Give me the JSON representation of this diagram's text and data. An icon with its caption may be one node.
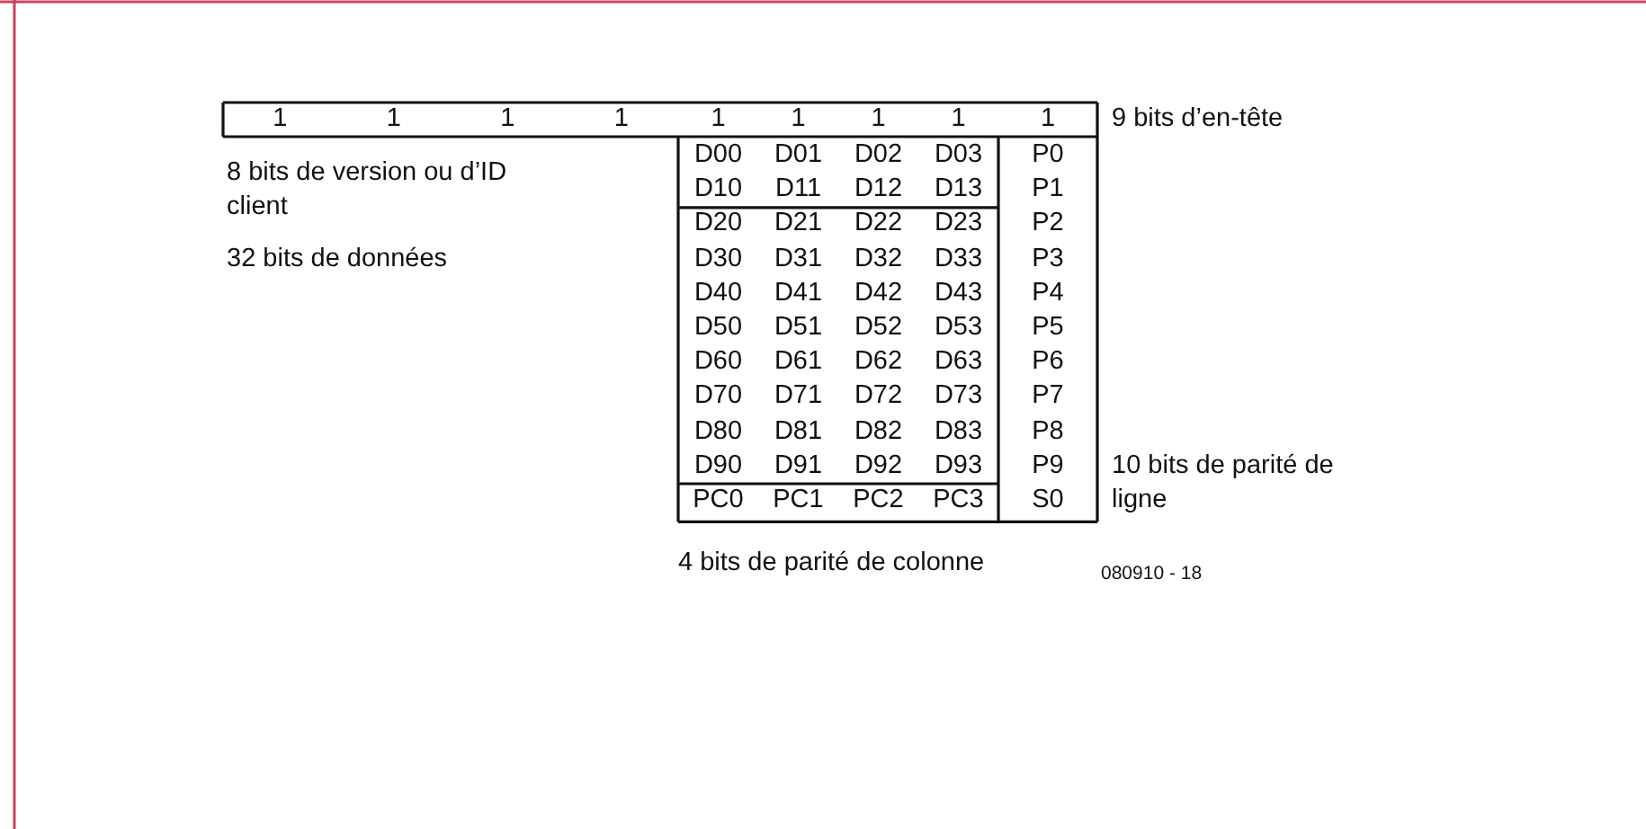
{
  "diagram": {
    "labels": [
      "1",
      "1",
      "1",
      "1",
      "1",
      "1",
      "1",
      "1",
      "1",
      "9 bits d’en-tête",
      "8 bits de version ou d’ID client",
      "32 bits de données",
      "D00",
      "D01",
      "D02",
      "D03",
      "P0",
      "D10",
      "D11",
      "D12",
      "D13",
      "P1",
      "D20",
      "D21",
      "D22",
      "D23",
      "P2",
      "D30",
      "D31",
      "D32",
      "D33",
      "P3",
      "D40",
      "D41",
      "D42",
      "D43",
      "P4",
      "D50",
      "D51",
      "D52",
      "D53",
      "P5",
      "D60",
      "D61",
      "D62",
      "D63",
      "P6",
      "D70",
      "D71",
      "D72",
      "D73",
      "P7",
      "D80",
      "D81",
      "D82",
      "D83",
      "P8",
      "D90",
      "D91",
      "D92",
      "D93",
      "P9",
      "PC0",
      "PC1",
      "PC2",
      "PC3",
      "S0",
      "10 bits de parité de ligne",
      "4 bits de parité de colonne",
      "080910 - 18"
    ]
  }
}
